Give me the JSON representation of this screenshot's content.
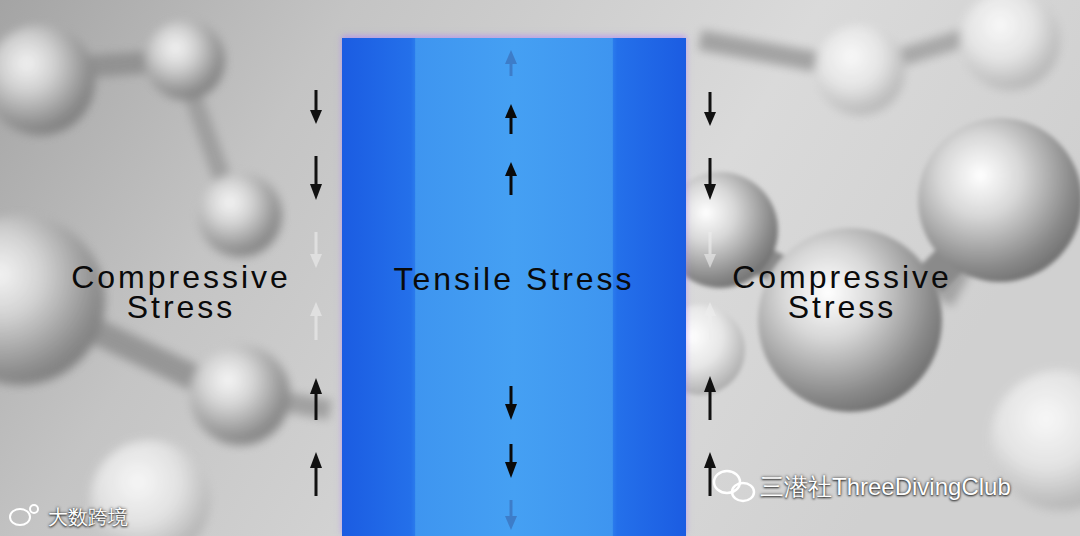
{
  "diagram": {
    "nodes": [
      {
        "text": [
          "Tensile Stress"
        ]
      }
    ],
    "labels": [
      "Compressive Stress",
      "Compressive Stress",
      "三潜社ThreeDivingClub",
      "大数跨境"
    ]
  }
}
